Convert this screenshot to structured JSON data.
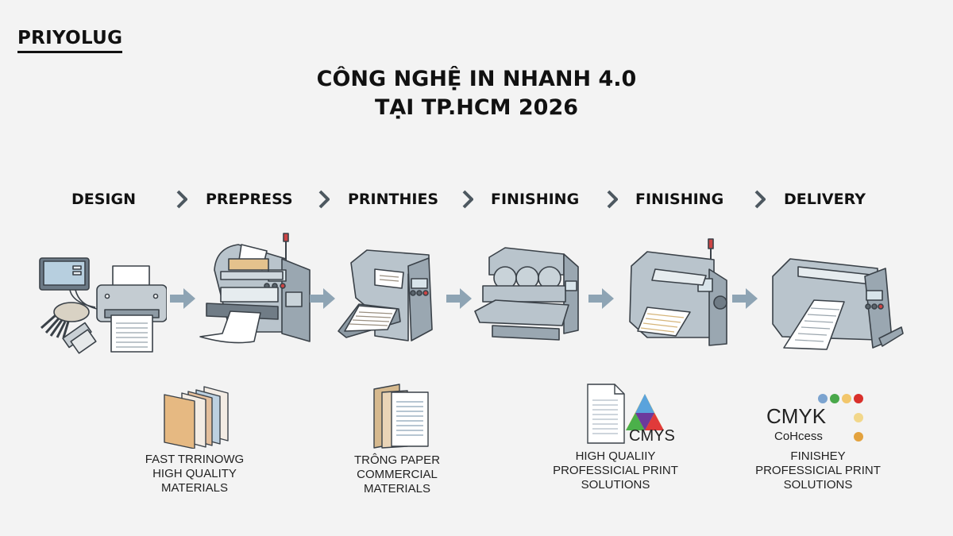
{
  "brand": {
    "logo_text": "PRIYOLUG"
  },
  "title": {
    "line1": "CÔNG NGHỆ IN NHANH 4.0",
    "line2": "TẠI TP.HCM 2026"
  },
  "workflow": {
    "steps": [
      {
        "label": "DESIGN",
        "icon": "computer-printer-icon"
      },
      {
        "label": "PREPRESS",
        "icon": "prepress-machine-icon"
      },
      {
        "label": "PRINTHIES",
        "icon": "printing-press-icon"
      },
      {
        "label": "FINISHING",
        "icon": "folding-machine-icon"
      },
      {
        "label": "FINISHING",
        "icon": "laminating-machine-icon"
      },
      {
        "label": "DELIVERY",
        "icon": "delivery-press-icon"
      }
    ],
    "separator_icon": "chevron-right-icon",
    "flow_arrow_icon": "arrow-right-icon"
  },
  "features": [
    {
      "icon": "paper-stack-color-icon",
      "lines": [
        "FAST TRRINOWG",
        "HIGH QUALITY",
        "MATERIALS"
      ]
    },
    {
      "icon": "paper-stack-document-icon",
      "lines": [
        "TRÔNG PAPER",
        "COMMERCIAL",
        "MATERIALS"
      ]
    },
    {
      "icon": "document-color-triangle-icon",
      "badge": "CMYS",
      "lines": [
        "HIGH QUALIIY",
        "PROFESSICIAL PRINT",
        "SOLUTIONS"
      ]
    },
    {
      "icon": "cmyk-dots-icon",
      "badge": "CMYK",
      "sub_badge": "CoHcess",
      "lines": [
        "FINISHEY",
        "PROFESSICIAL PRINT",
        "SOLUTIONS"
      ]
    }
  ],
  "colors": {
    "background": "#f3f3f3",
    "text": "#111111",
    "machine_body": "#b9c4cc",
    "machine_dark": "#8d9aa4",
    "outline": "#3a4148",
    "arrow": "#8ea4b4",
    "chevron": "#4d5860",
    "dot_blue": "#7ba3cf",
    "dot_green": "#49a84a",
    "dot_yellow": "#f2c66b",
    "dot_red": "#d9302b",
    "dot_orange": "#e3a23e"
  }
}
